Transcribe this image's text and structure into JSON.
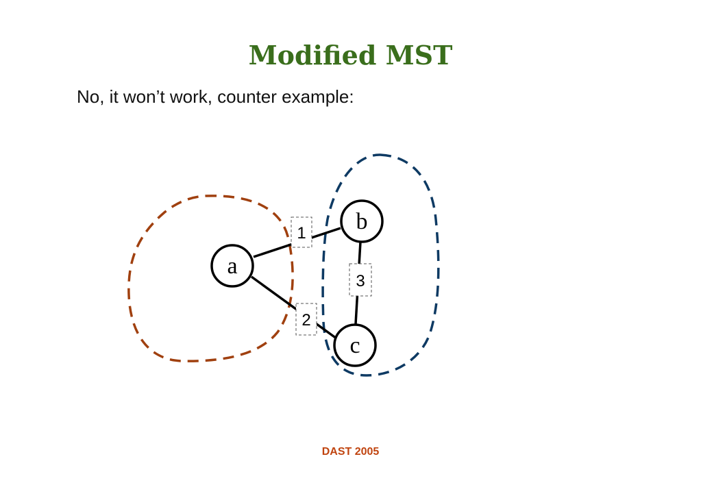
{
  "slide": {
    "title": "Modified MST",
    "subtitle": "No, it won’t work, counter example:",
    "footer": "DAST 2005"
  },
  "graph": {
    "nodes": [
      {
        "id": "a",
        "label": "a"
      },
      {
        "id": "b",
        "label": "b"
      },
      {
        "id": "c",
        "label": "c"
      }
    ],
    "edges": [
      {
        "from": "a",
        "to": "b",
        "weight": "1"
      },
      {
        "from": "a",
        "to": "c",
        "weight": "2"
      },
      {
        "from": "b",
        "to": "c",
        "weight": "3"
      }
    ],
    "clusters": [
      {
        "id": "left",
        "members": [
          "a"
        ],
        "color": "#a0400f"
      },
      {
        "id": "right",
        "members": [
          "b",
          "c"
        ],
        "color": "#0e3a63"
      }
    ]
  }
}
